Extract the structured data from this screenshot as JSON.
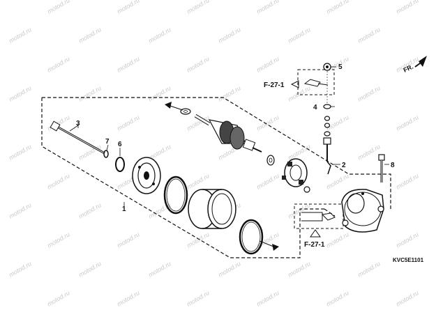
{
  "diagram": {
    "part_labels": [
      {
        "id": "part-1",
        "text": "1"
      },
      {
        "id": "part-2",
        "text": "2"
      },
      {
        "id": "part-3",
        "text": "3"
      },
      {
        "id": "part-4",
        "text": "4"
      },
      {
        "id": "part-5",
        "text": "5"
      },
      {
        "id": "part-6",
        "text": "6"
      },
      {
        "id": "part-7",
        "text": "7"
      },
      {
        "id": "part-8",
        "text": "8"
      }
    ],
    "ref_top": "F-27-1",
    "ref_bottom": "F-27-1",
    "front_label": "FR.",
    "code": "KVC5E1101",
    "watermark": "motod.ru"
  },
  "colors": {
    "line": "#111111",
    "watermark": "#c9c9c9",
    "background": "#ffffff"
  }
}
